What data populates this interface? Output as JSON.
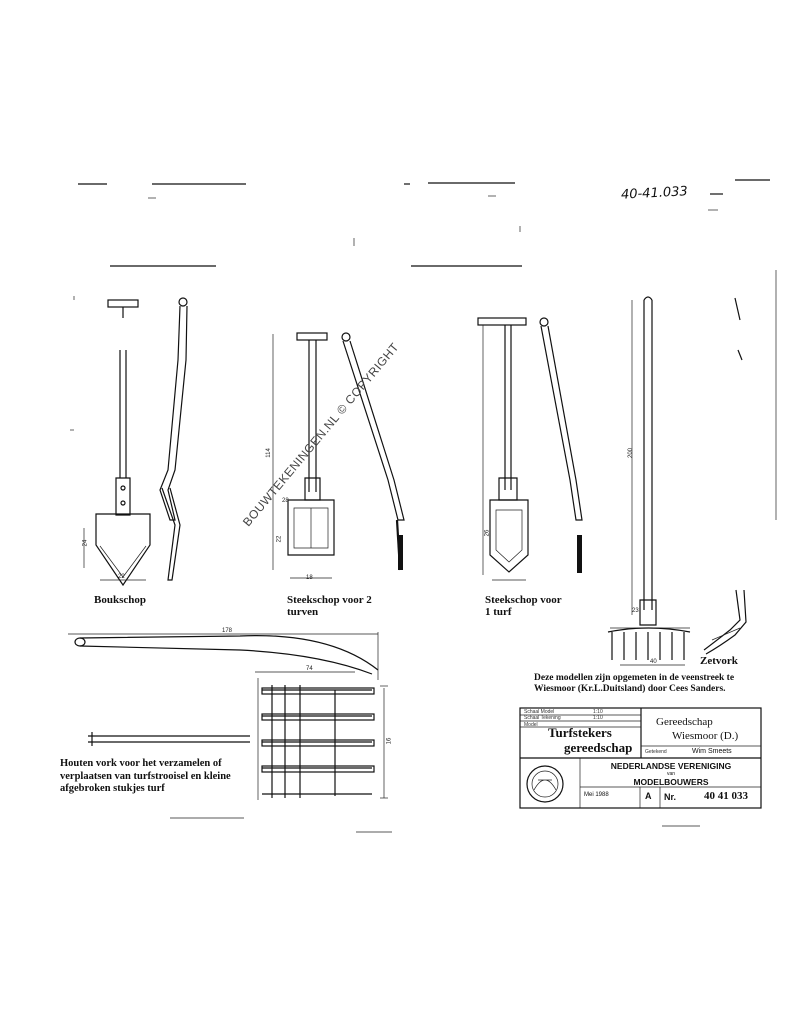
{
  "drawing_number_handwritten": "40-41.033",
  "tools": {
    "boukschop": {
      "label": "Boukschop"
    },
    "steekschop_2": {
      "label": "Steekschop voor 2 turven"
    },
    "steekschop_1": {
      "label": "Steekschop voor 1 turf"
    },
    "zetvork": {
      "label": "Zetvork"
    }
  },
  "watermark": "BOUWTEKENINGEN.NL © COPYRIGHT",
  "dimensions": [
    "24",
    "22",
    "114",
    "28",
    "22",
    "18",
    "26",
    "200",
    "23",
    "40",
    "178",
    "74",
    "16"
  ],
  "note_hooivork": "Houten vork voor het verzamelen of verplaatsen van turfstrooisel en kleine afgebroken stukjes turf",
  "credit": "Deze modellen zijn opgemeten in de veenstreek te Wiesmoor (Kr.L.Duitsland) door Cees Sanders.",
  "title_block": {
    "small_labels": [
      "Schaal Model",
      "Schaal Tekening",
      "Model"
    ],
    "scale_values": [
      "1:10",
      "1:10"
    ],
    "title_line1": "Turfstekers",
    "title_line2": "gereedschap",
    "category_line1": "Gereedschap",
    "category_line2": "Wiesmoor (D.)",
    "drawn_by_label": "Getekend",
    "drawn_by": "Wim Smeets",
    "org_line1": "NEDERLANDSE VERENIGING",
    "org_line2": "van",
    "org_line3": "MODELBOUWERS",
    "date": "Mei 1988",
    "sheet": "A",
    "nr_label": "Nr.",
    "nr": "40 41 033"
  }
}
